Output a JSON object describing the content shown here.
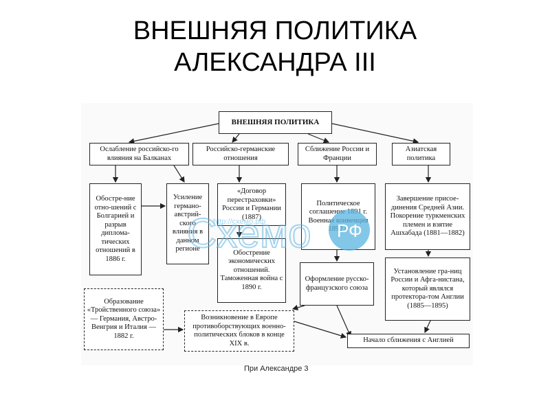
{
  "title": {
    "line1": "ВНЕШНЯЯ ПОЛИТИКА",
    "line2": "АЛЕКСАНДРА III"
  },
  "caption": "При Александре 3",
  "watermark": {
    "text": "Схемо",
    "rf": "РФ",
    "url": "http://схемо.рф"
  },
  "diagram": {
    "root": "ВНЕШНЯЯ ПОЛИТИКА",
    "branches": [
      "Ослабление российско-го влияния на Балканах",
      "Российско-германские отношения",
      "Сближение России и Франции",
      "Азиатская политика"
    ],
    "balkans": {
      "b1": "Обостре-ние отно-шений с Болгарией и разрыв диплома-тических отношений в 1886 г.",
      "b2": "Усиление германо-австрий-ского влияния в данном регионе",
      "b3": "Образование «Тройственного союза» — Германия, Австро-Венгрия и Италия — 1882 г."
    },
    "germany": {
      "g1": "«Договор перестраховки» России и Германии (1887)",
      "g2": "Обострение экономических отношений. Таможенная война с 1890 г."
    },
    "france": {
      "f1": "Политическое соглашение 1891 г. Военная конвенция 1892 г.",
      "f2": "Оформление русско-французского союза"
    },
    "asia": {
      "a1": "Завершение присое-динения Средней Азии. Покорение туркменских племен и взятие Ашхабада (1881—1882)",
      "a2": "Установление гра-ниц России и Афга-нистана, который являлся протектора-том Англии (1885—1895)"
    },
    "europe": "Возникновение в Европе противоборствующих военно-политических блоков в конце XIX в.",
    "england": "Начало сближения с Англией"
  }
}
